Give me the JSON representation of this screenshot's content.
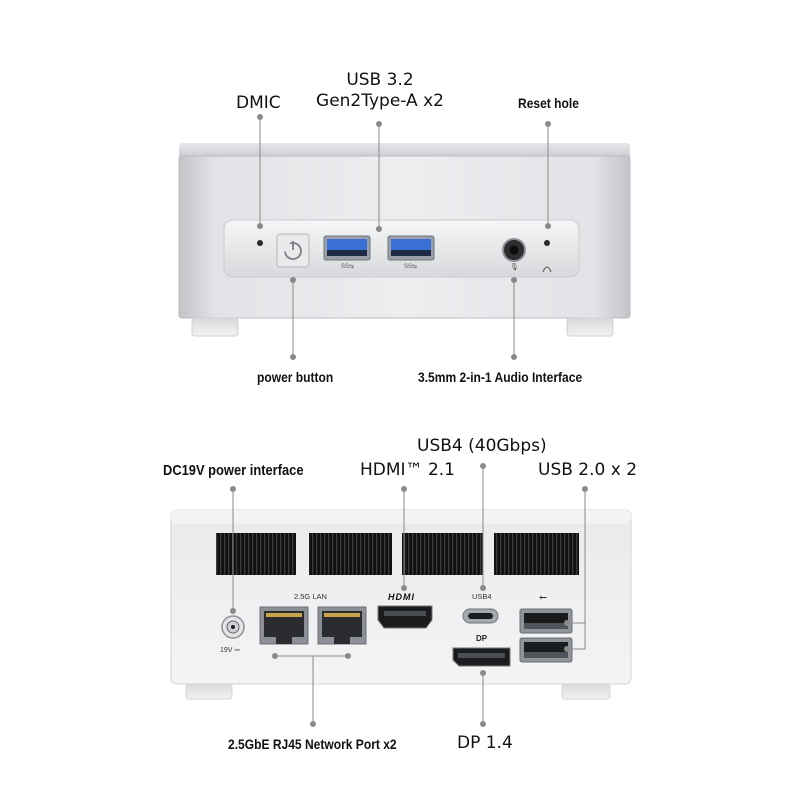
{
  "front": {
    "labels": {
      "dmic": "DMIC",
      "usb32_line1": "USB 3.2",
      "usb32_line2": "Gen2Type-A x2",
      "reset": "Reset hole",
      "power_button": "power button",
      "audio": "3.5mm 2-in-1 Audio Interface"
    }
  },
  "back": {
    "labels": {
      "dc": "DC19V power interface",
      "hdmi": "HDMI™ 2.1",
      "usb4": "USB4 (40Gbps)",
      "usb20": "USB 2.0 x 2",
      "rj45": "2.5GbE RJ45 Network Port x2",
      "dp": "DP 1.4"
    },
    "port_marks": {
      "lan": "2.5G LAN",
      "hdmi_logo": "HDMI",
      "usb4": "USB4",
      "dp": "DP",
      "dc": "19V ⎓"
    }
  },
  "colors": {
    "body_silver": "#d9dadd",
    "port_blue": "#3b6fd8",
    "leader_gray": "#8a8a8a"
  }
}
